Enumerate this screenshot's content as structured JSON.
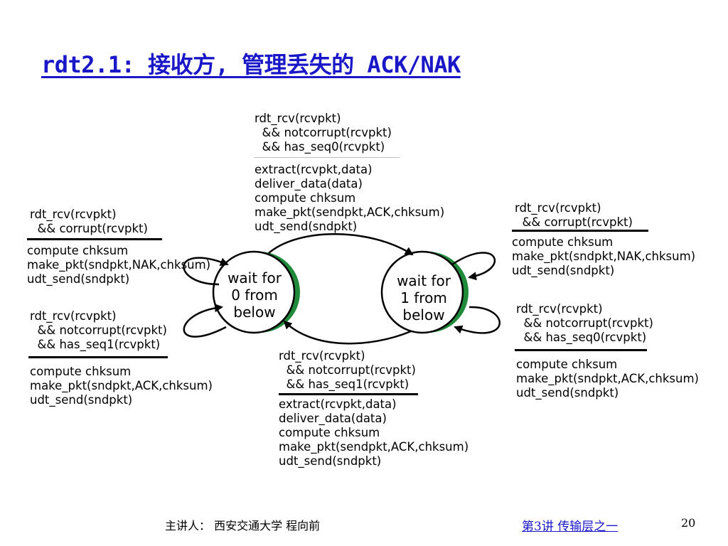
{
  "slide": {
    "title": "rdt2.1: 接收方, 管理丢失的 ACK/NAK",
    "footer_presenter": "主讲人：  西安交通大学  程向前",
    "footer_lecture": "第3讲  传输层之一",
    "page_number": "20"
  },
  "states": {
    "s0": [
      "wait for",
      "0 from",
      "below"
    ],
    "s1": [
      "wait for",
      "1 from",
      "below"
    ]
  },
  "transitions": {
    "top_event": [
      "rdt_rcv(rcvpkt)",
      "  && notcorrupt(rcvpkt)",
      "  && has_seq0(rcvpkt)"
    ],
    "top_action": [
      "extract(rcvpkt,data)",
      "deliver_data(data)",
      "compute chksum",
      "make_pkt(sendpkt,ACK,chksum)",
      "udt_send(sndpkt)"
    ],
    "left_top_event": [
      "rdt_rcv(rcvpkt)",
      "  && corrupt(rcvpkt)"
    ],
    "left_top_action": [
      "compute chksum",
      "make_pkt(sndpkt,NAK,chksum)",
      "udt_send(sndpkt)"
    ],
    "left_bottom_event": [
      "rdt_rcv(rcvpkt)",
      "  && notcorrupt(rcvpkt)",
      "  && has_seq1(rcvpkt)"
    ],
    "left_bottom_action": [
      "compute chksum",
      "make_pkt(sndpkt,ACK,chksum)",
      "udt_send(sndpkt)"
    ],
    "right_top_event": [
      "rdt_rcv(rcvpkt)",
      "  && corrupt(rcvpkt)"
    ],
    "right_top_action": [
      "compute chksum",
      "make_pkt(sndpkt,NAK,chksum)",
      "udt_send(sndpkt)"
    ],
    "right_bottom_event": [
      "rdt_rcv(rcvpkt)",
      "  && notcorrupt(rcvpkt)",
      "  && has_seq0(rcvpkt)"
    ],
    "right_bottom_action": [
      "compute chksum",
      "make_pkt(sndpkt,ACK,chksum)",
      "udt_send(sndpkt)"
    ],
    "bottom_event": [
      "rdt_rcv(rcvpkt)",
      "  && notcorrupt(rcvpkt)",
      "  && has_seq1(rcvpkt)"
    ],
    "bottom_action": [
      "extract(rcvpkt,data)",
      "deliver_data(data)",
      "compute chksum",
      "make_pkt(sendpkt,ACK,chksum)",
      "udt_send(sndpkt)"
    ]
  },
  "colors": {
    "title": "#1a17c9",
    "state_shadow": "#1f8a3a"
  }
}
